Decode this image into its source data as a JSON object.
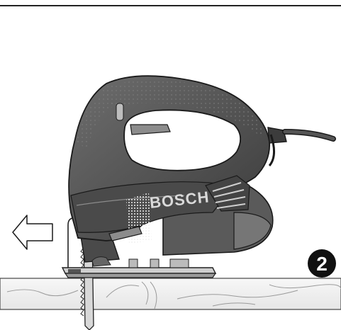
{
  "illustration": {
    "brand_label": "BOSCH",
    "step_number": "2",
    "arrow_direction": "left",
    "icons": {
      "direction_arrow": "left-arrow-icon",
      "step_badge": "step-number-badge"
    },
    "colors": {
      "body_dark": "#3c3c3c",
      "body_mid": "#5a5a5a",
      "body_light": "#8c8c8c",
      "highlight": "#bdbdbd",
      "wood": "#f2f2f2",
      "outline": "#1a1a1a"
    }
  }
}
